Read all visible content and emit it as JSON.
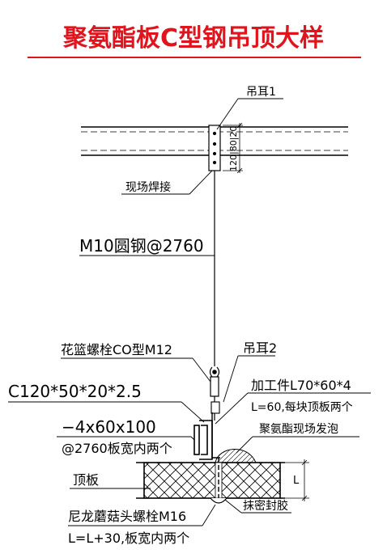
{
  "title": "聚氨酯板C型钢吊顶大样",
  "colors": {
    "title": "#e0141c",
    "line": "#000000"
  },
  "labels": {
    "lug1": "吊耳1",
    "weld": "现场焊接",
    "dim": "120|80|20",
    "rod": "M10圆钢@2760",
    "turnbuckle": "花篮螺栓CO型M12",
    "lug2": "吊耳2",
    "channel": "C120*50*20*2.5",
    "part_main": "加工件L70*60*4",
    "part_sub": "L=60,每块顶板两个",
    "plate_main": "−4x60x100",
    "plate_sub": "@2760板宽内两个",
    "foam": "聚氨酯现场发泡",
    "top_panel": "顶板",
    "dim_l": "L",
    "seal": "抹密封胶",
    "bolt_main": "尼龙蘑菇头螺栓M16",
    "bolt_sub": "L=L+30,板宽内两个"
  }
}
